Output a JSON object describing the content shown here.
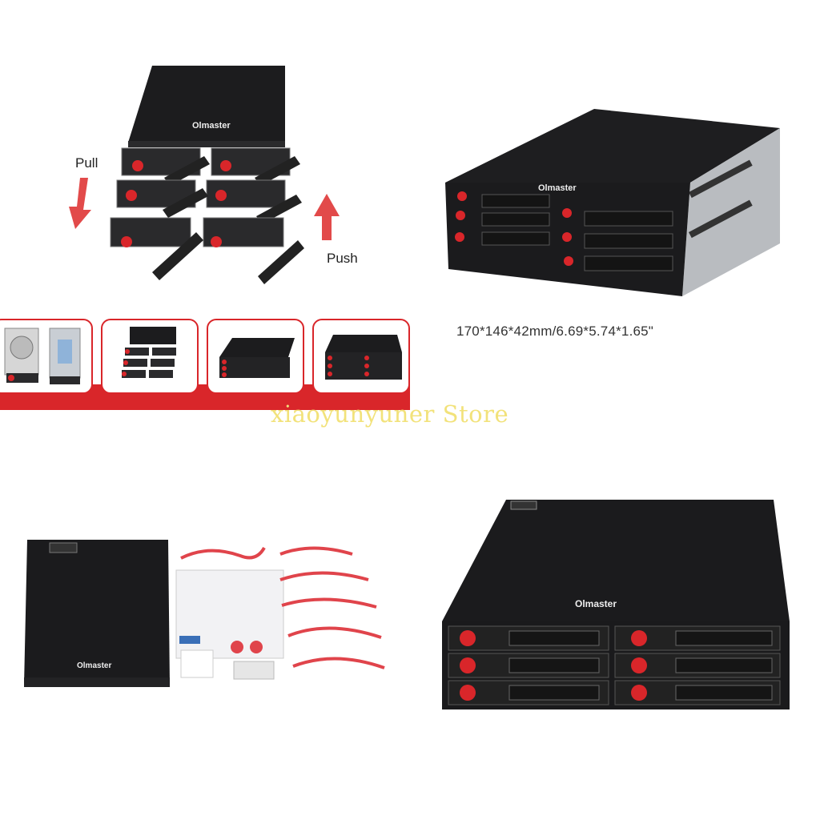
{
  "labels": {
    "pull": "Pull",
    "push": "Push",
    "dimensions": "170*146*42mm/6.69*5.74*1.65\"",
    "watermark": "xiaoyunyuner Store",
    "brand": "Olmaster"
  },
  "colors": {
    "accent_red": "#d9262a",
    "enclosure_black": "#1b1b1d",
    "cable_red": "#e0444b",
    "watermark_yellow": "#f2e27a"
  },
  "icons": [
    "arrow-down-icon",
    "arrow-up-icon",
    "lock-icon"
  ]
}
